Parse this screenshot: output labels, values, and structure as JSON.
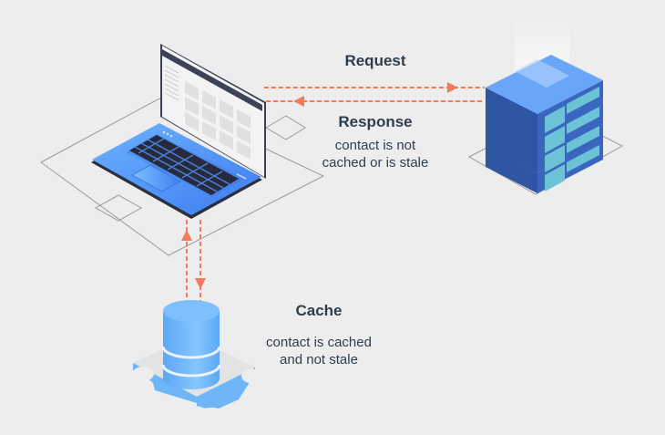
{
  "diagram": {
    "request_label": "Request",
    "response_label": "Response",
    "response_note_line1": "contact is not",
    "response_note_line2": "cached or is stale",
    "cache_label": "Cache",
    "cache_note_line1": "contact is cached",
    "cache_note_line2": "and not stale"
  },
  "nodes": [
    {
      "id": "client",
      "icon": "laptop-icon"
    },
    {
      "id": "server",
      "icon": "server-rack-icon"
    },
    {
      "id": "cache",
      "icon": "database-gear-icon"
    }
  ],
  "edges": [
    {
      "from": "client",
      "to": "server",
      "label": "Request"
    },
    {
      "from": "server",
      "to": "client",
      "label": "Response"
    },
    {
      "from": "client",
      "to": "cache"
    },
    {
      "from": "cache",
      "to": "client"
    }
  ],
  "colors": {
    "background": "#ededed",
    "arrow": "#f47a5a",
    "text": "#2f3d4f",
    "blue": "#4e8df5",
    "server_dark": "#2f56a3",
    "server_top": "#6aa6f8",
    "panel": "#6cc3d5"
  }
}
